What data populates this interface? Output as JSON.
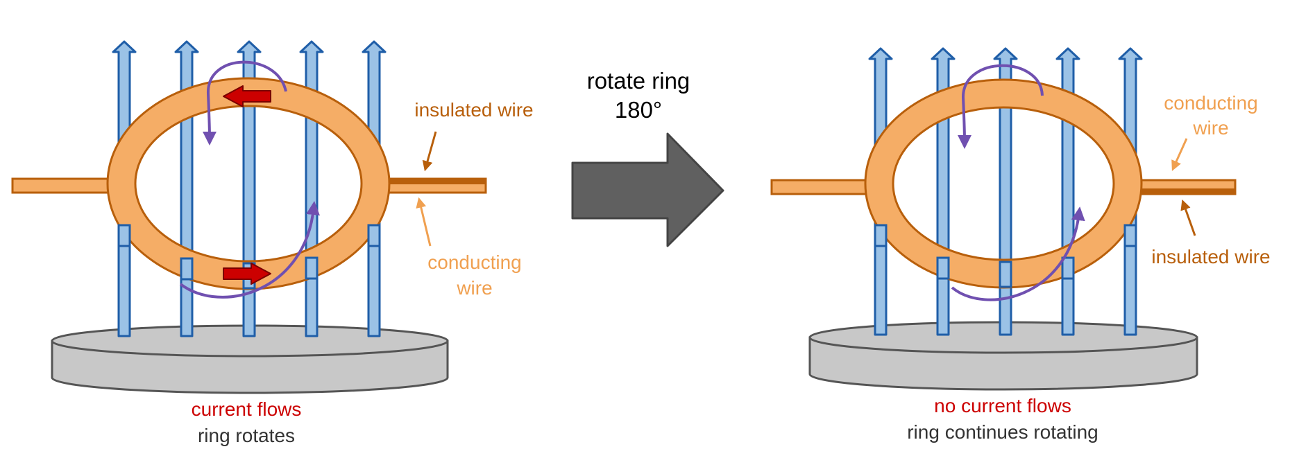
{
  "middle": {
    "line1": "rotate ring",
    "line2": "180°"
  },
  "left_panel": {
    "label_insulated": "insulated wire",
    "label_conducting_line1": "conducting",
    "label_conducting_line2": "wire",
    "caption_status": "current flows",
    "caption_action": "ring rotates"
  },
  "right_panel": {
    "label_conducting_line1": "conducting",
    "label_conducting_line2": "wire",
    "label_insulated": "insulated wire",
    "caption_status": "no current flows",
    "caption_action": "ring continues rotating"
  },
  "colors": {
    "ring_fill": "#f5ad66",
    "ring_stroke": "#b85f0b",
    "field_fill": "#9bc2e6",
    "field_stroke": "#1f5ea8",
    "torque_arrow": "#7050b0",
    "current_arrow": "#cc0000",
    "block_arrow": "#606060",
    "base_fill": "#c8c8c8",
    "insulated_text": "#b85f0b",
    "conducting_text": "#f0a050",
    "status_text": "#cc0000",
    "caption_text": "#333333"
  }
}
